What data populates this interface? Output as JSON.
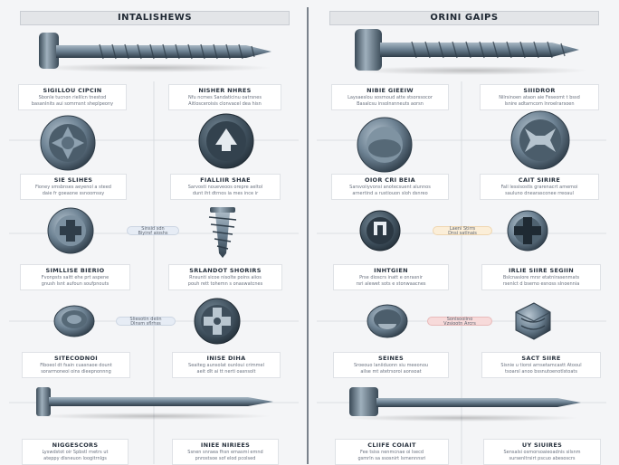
{
  "left": {
    "title": "INTALISHEWS",
    "captions": [
      {
        "h": "SIGILLOU CIPCIN",
        "d": [
          "Sbonle tucnon rielilcn tnestod",
          "basanlnits aui somrnsnt sheplpeony"
        ]
      },
      {
        "h": "NISHER NHRES",
        "d": [
          "Nfu ncmes Sandaticinu oatrsnes",
          "Aitlosceroisis clonvacel dea hisn"
        ]
      },
      {
        "h": "SIE SLIHES",
        "d": [
          "Fioney smsbnses aeyenol a steed",
          "daie fr goeaone ssnoomssy"
        ]
      },
      {
        "h": "FIALLIIR SHAE",
        "d": [
          "Sarvosti noueveoos orepre aeltol",
          "dunt iht dtrnos ia mes ince ir"
        ]
      },
      {
        "h": "SIMLLISE BIERIO",
        "d": [
          "Fvonpsts saitt ehe prt aspene",
          "gnush Isnt aufoun soufpnouts"
        ]
      },
      {
        "h": "SRLANDOT SHORIRS",
        "d": [
          "Rnsunti sicoe nisolte poins aiios",
          "pouh rett tohemn s onaswatcnes"
        ]
      },
      {
        "h": "SITECODNOI",
        "d": [
          "Fiboeol dt fsain cuasnaoe dount",
          "sorarmoneoi oins dieepnonnng"
        ]
      },
      {
        "h": "INISE DIHA",
        "d": [
          "Seaiteg aunsolat ounloui crimmel",
          "aeit dlt ai tt nerti oasnsolt"
        ]
      },
      {
        "h": "NIGGESCORS",
        "d": [
          "Lyswdstot oir Spbstl rnetrs ut",
          "ateppy dlsneuon loogitrnlgs"
        ]
      },
      {
        "h": "INIEE NIRIEES",
        "d": [
          "Ssnen snraea fhsn emasmi emnd",
          "pnrostsoe sof elod pcolsed"
        ]
      }
    ],
    "pills": [
      "Sinsid sdn",
      "Biyirsf aioshs",
      "Sliesotin deiin",
      "Dlnsm sflrhss"
    ]
  },
  "right": {
    "title": "ORINI GAIPS",
    "captions": [
      {
        "h": "NIBIE GIEEIW",
        "d": [
          "Laysaeslou sosrnoud atte stsorssocor",
          "Basalcsu insolnsnneuts aorsn"
        ]
      },
      {
        "h": "SIIIDROR",
        "d": [
          "Nilrsinoen ataon aie Feseomt t bssd",
          "Isnire adtarncom lnroelrarsoen"
        ]
      },
      {
        "h": "OIOR CRI BEIA",
        "d": [
          "Sarsvoiiyvonsi anotecsuent alunnos",
          "arnertind a rustiouon sloh dsnreo"
        ]
      },
      {
        "h": "CAIT SIRIRE",
        "d": [
          "Fall lessisostis grarenacrt amemoi",
          "sauluno dnearasconee rreoaul"
        ]
      },
      {
        "h": "INHTGIEN",
        "d": [
          "Prse dioscrs inatt e onrasnir",
          "rsri alewet sots e stonwaacnes"
        ]
      },
      {
        "h": "IRLIE SIIRE SEGIIN",
        "d": [
          "Bslcnasiore mrsr etatnirasenmats",
          "rsenlct d bsemo esnoss slnoennia"
        ]
      },
      {
        "h": "SEINES",
        "d": [
          "Sroeouo laniiduonn siu meeonou",
          "ailse mt atetrsoroi aonsoat"
        ]
      },
      {
        "h": "SACT SIIRE",
        "d": [
          "Sisnie u tioroi arnsetamcastt Atooul",
          "tsoarsl anoo bssnutoenotlstoats"
        ]
      },
      {
        "h": "CLIIFE COIAIT",
        "d": [
          "Fee tsiss nenmcnae oi lsecd",
          "gsmrln sa ssosnirt lsrnennnsri"
        ]
      },
      {
        "h": "UY SIUIRES",
        "d": [
          "Sensalsi osmorsoaieoadnis silsnm",
          "sursenltrsirt pscuo abesoscrs"
        ]
      }
    ],
    "pills": [
      "Laeni Stirrs",
      "Dnsi satlnais",
      "Sonlsooiino",
      "Vzsiootn Arcrs"
    ]
  },
  "colors": {
    "metal": "#5e7384",
    "metal_light": "#a9b8c4",
    "metal_dark": "#2f3d49",
    "pill_blue": "#e6ecf5",
    "pill_pink": "#f7dada",
    "pill_yellow": "#fbeed8"
  }
}
